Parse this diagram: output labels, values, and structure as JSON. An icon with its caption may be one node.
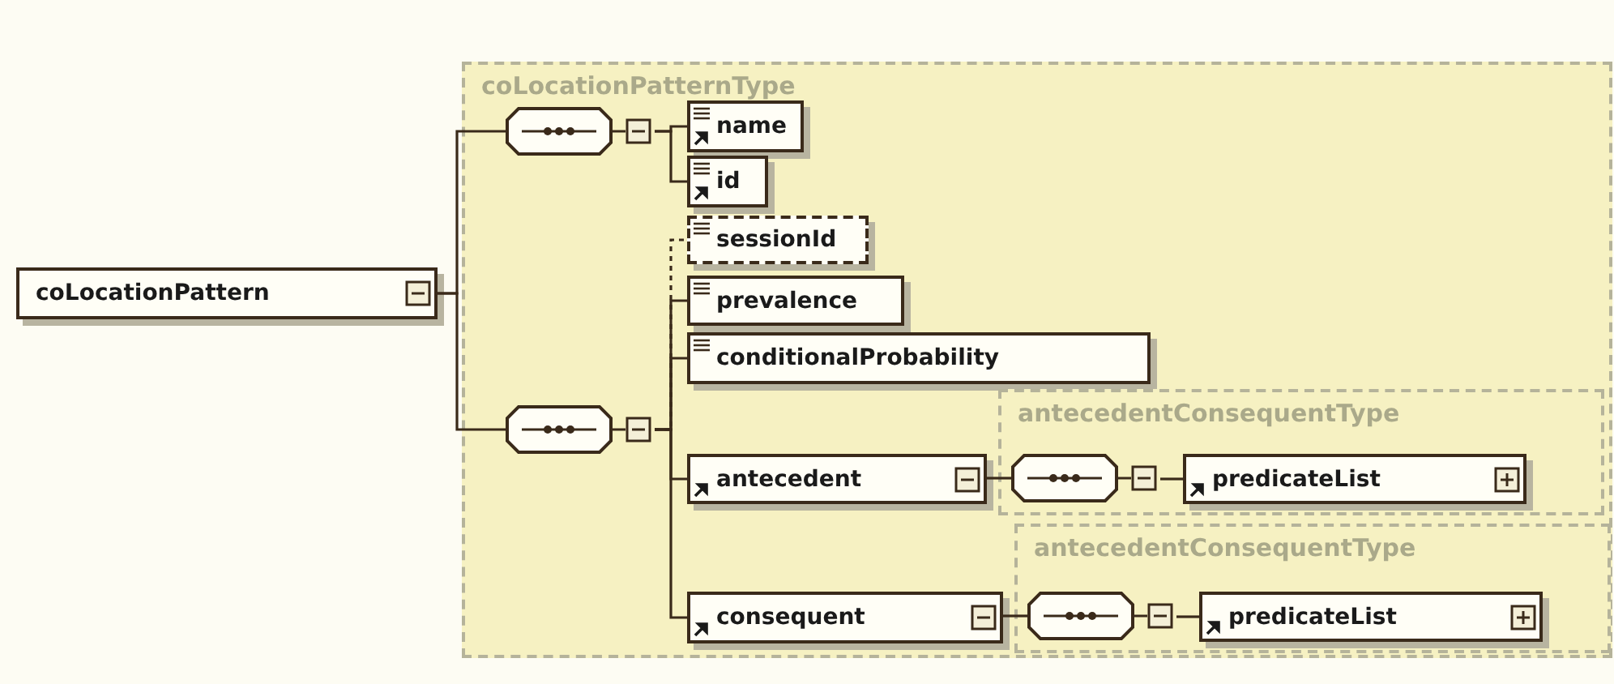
{
  "diagram": {
    "nodes": [
      {
        "text": [
          "coLocationPattern"
        ]
      },
      {
        "text": [
          "coLocationPatternType"
        ]
      },
      {
        "text": [],
        "shape": "octagon",
        "in": 1
      },
      {
        "text": [
          "name"
        ],
        "in": 1
      },
      {
        "text": [
          "id"
        ],
        "in": 1
      },
      {
        "text": [
          "sessionId"
        ],
        "in": 1
      },
      {
        "text": [
          "prevalence"
        ],
        "in": 1
      },
      {
        "text": [
          "conditionalProbability"
        ],
        "in": 1
      },
      {
        "text": [],
        "shape": "octagon",
        "in": 1
      },
      {
        "text": [
          "antecedent"
        ],
        "in": 1
      },
      {
        "text": [
          "antecedentConsequentType"
        ],
        "in": 1
      },
      {
        "text": [],
        "shape": "octagon",
        "in": 10
      },
      {
        "text": [
          "predicateList"
        ],
        "in": 10
      },
      {
        "text": [
          "consequent"
        ],
        "in": 1
      },
      {
        "text": [
          "antecedentConsequentType"
        ],
        "in": 1
      },
      {
        "text": [],
        "shape": "octagon",
        "in": 14
      },
      {
        "text": [
          "predicateList"
        ],
        "in": 14
      }
    ],
    "edges": [
      {
        "from": 0,
        "to": 2,
        "arrow": "none"
      },
      {
        "from": 0,
        "to": 8,
        "arrow": "none"
      },
      {
        "from": 2,
        "to": 3,
        "arrow": "none"
      },
      {
        "from": 2,
        "to": 4,
        "arrow": "none"
      },
      {
        "from": 8,
        "to": 5,
        "arrow": "none",
        "style": "dashed"
      },
      {
        "from": 8,
        "to": 6,
        "arrow": "none"
      },
      {
        "from": 8,
        "to": 7,
        "arrow": "none"
      },
      {
        "from": 8,
        "to": 9,
        "arrow": "none"
      },
      {
        "from": 8,
        "to": 13,
        "arrow": "none"
      },
      {
        "from": 9,
        "to": 11,
        "arrow": "none"
      },
      {
        "from": 11,
        "to": 12,
        "arrow": "none"
      },
      {
        "from": 13,
        "to": 15,
        "arrow": "none"
      },
      {
        "from": 15,
        "to": 16,
        "arrow": "none"
      }
    ]
  }
}
